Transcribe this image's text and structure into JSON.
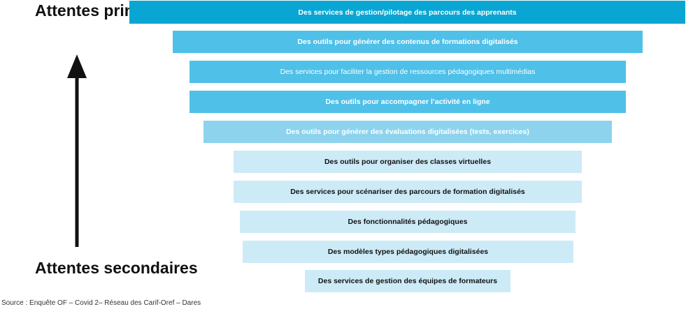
{
  "labels": {
    "top": "Attentes principales",
    "bottom": "Attentes secondaires"
  },
  "bars": [
    {
      "label": "Des services de gestion/pilotage des parcours des apprenants",
      "bg": "#0aa6d3",
      "color": "#ffffff",
      "bold": true
    },
    {
      "label": "Des outils pour générer des contenus de formations digitalisés",
      "bg": "#4fc0e8",
      "color": "#ffffff",
      "bold": true
    },
    {
      "label": "Des services pour faciliter la gestion de ressources pédagogiques multimédias",
      "bg": "#4fc0e8",
      "color": "#ffffff",
      "bold": false
    },
    {
      "label": "Des outils pour accompagner l’activité en ligne",
      "bg": "#4fc0e8",
      "color": "#ffffff",
      "bold": true
    },
    {
      "label": "Des outils pour générer des évaluations digitalisées (tests, exercices)",
      "bg": "#8dd3ee",
      "color": "#ffffff",
      "bold": true
    },
    {
      "label": "Des outils pour organiser des classes virtuelles",
      "bg": "#cdebf7",
      "color": "#111111",
      "bold": true
    },
    {
      "label": "Des services pour scénariser des parcours de formation digitalisés",
      "bg": "#cdebf7",
      "color": "#111111",
      "bold": true
    },
    {
      "label": "Des fonctionnalités pédagogiques",
      "bg": "#cdebf7",
      "color": "#111111",
      "bold": true
    },
    {
      "label": "Des modèles types pédagogiques digitalisées",
      "bg": "#cdebf7",
      "color": "#111111",
      "bold": true
    },
    {
      "label": "Des services de gestion des équipes de formateurs",
      "bg": "#cdebf7",
      "color": "#111111",
      "bold": true
    }
  ],
  "source": "Source : Enquête OF – Covid 2– Réseau des Carif-Oref – Dares"
}
